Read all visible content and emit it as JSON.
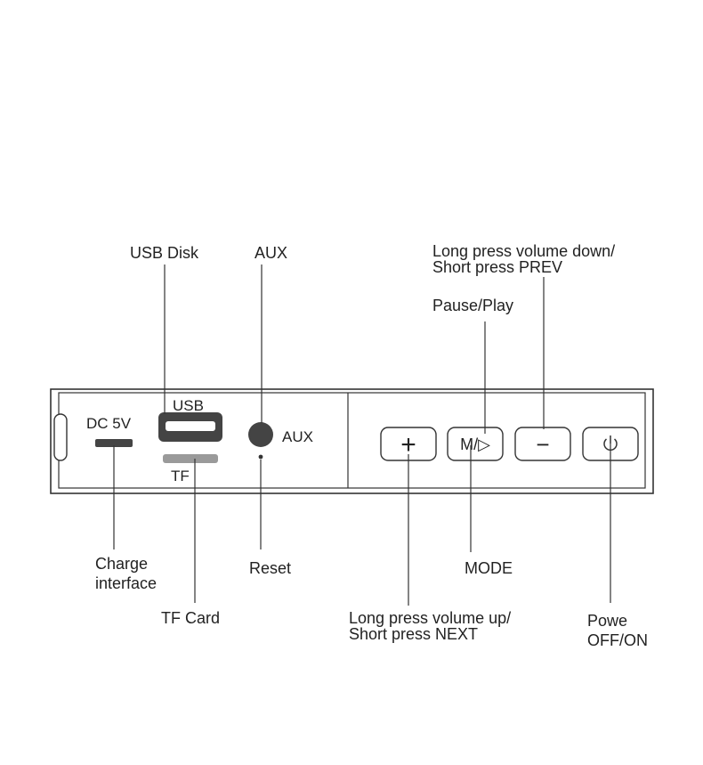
{
  "device": {
    "dc_label": "DC 5V",
    "usb_label": "USB",
    "tf_label": "TF",
    "aux_label": "AUX",
    "buttons": {
      "plus_glyph": "+",
      "mode_glyph": "M/▷",
      "minus_glyph": "−",
      "power_glyph": "⏻"
    }
  },
  "callouts": {
    "usb_disk": "USB Disk",
    "aux": "AUX",
    "vol_down_line1": "Long press volume down/",
    "vol_down_line2": "Short press PREV",
    "pause_play": "Pause/Play",
    "charge_line1": "Charge",
    "charge_line2": "interface",
    "reset": "Reset",
    "mode": "MODE",
    "tf_card": "TF Card",
    "vol_up_line1": "Long press volume up/",
    "vol_up_line2": "Short press NEXT",
    "power_line1": "Powe",
    "power_line2": "OFF/ON"
  },
  "colors": {
    "line": "#333333",
    "port_fill": "#444444",
    "tf_fill": "#9a9a9a"
  }
}
